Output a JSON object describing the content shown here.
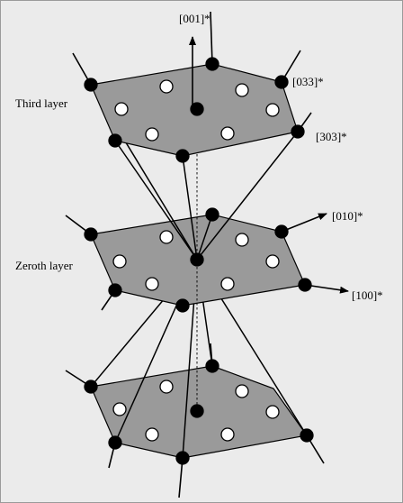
{
  "labels": {
    "axis_001": "[001]*",
    "axis_010": "[010]*",
    "axis_100": "[100]*",
    "point_033": "[033]*",
    "point_303": "[303]*",
    "third_layer": "Third layer",
    "zeroth_layer": "Zeroth layer"
  },
  "colors": {
    "background": "#ebebeb",
    "plane_fill": "#9a9a9a",
    "line": "#000000",
    "filled_point": "#000000",
    "open_point": "#ffffff"
  }
}
